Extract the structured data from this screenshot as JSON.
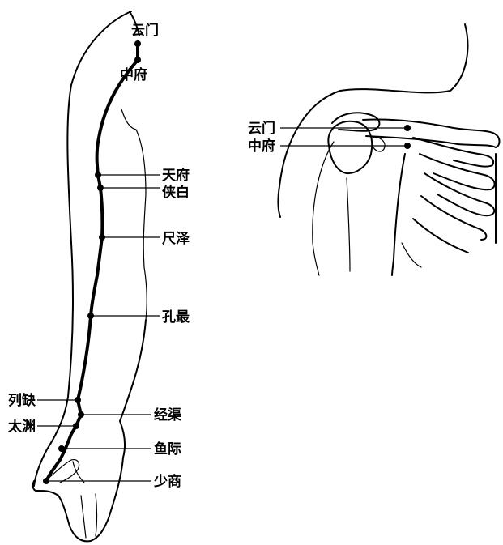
{
  "colors": {
    "ink": "#000000",
    "background": "#ffffff"
  },
  "arm": {
    "points": {
      "yunmen": "云门",
      "zhongfu": "中府",
      "tianfu": "天府",
      "xiabai": "侠白",
      "chize": "尺泽",
      "kongzui": "孔最",
      "lieque": "列缺",
      "jingqu": "经渠",
      "taiyuan": "太渊",
      "yuji": "鱼际",
      "shaoshang": "少商"
    }
  },
  "shoulder": {
    "points": {
      "yunmen": "云门",
      "zhongfu": "中府"
    }
  }
}
